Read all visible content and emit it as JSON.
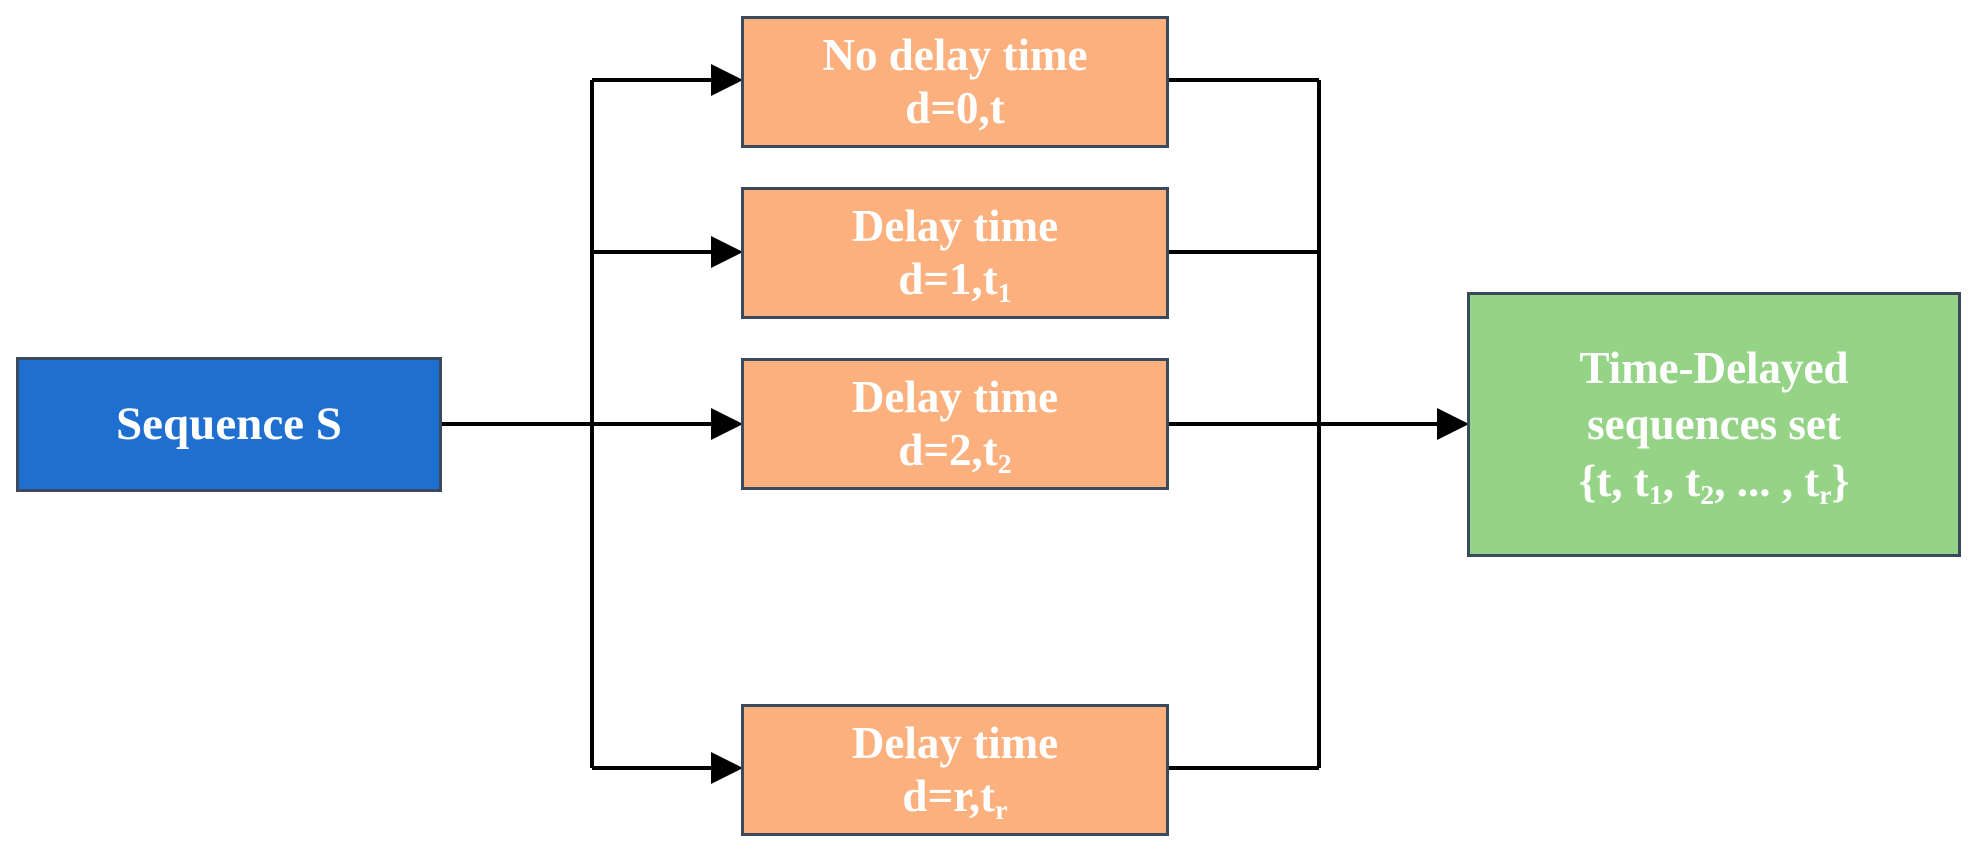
{
  "source": {
    "label": "Sequence S"
  },
  "branches": [
    {
      "title": "No delay time",
      "expr": "d=0,t",
      "sub": ""
    },
    {
      "title": "Delay time",
      "expr": "d=1,t",
      "sub": "1"
    },
    {
      "title": "Delay time",
      "expr": "d=2,t",
      "sub": "2"
    },
    {
      "title": "Delay time",
      "expr": "d=r,t",
      "sub": "r"
    }
  ],
  "result": {
    "line1": "Time-Delayed",
    "line2": "sequences set",
    "set": {
      "open": "{t, t",
      "sub1": "1",
      "mid1": ", t",
      "sub2": "2",
      "mid2": ", ... , t",
      "subr": "r",
      "close": "}"
    }
  }
}
